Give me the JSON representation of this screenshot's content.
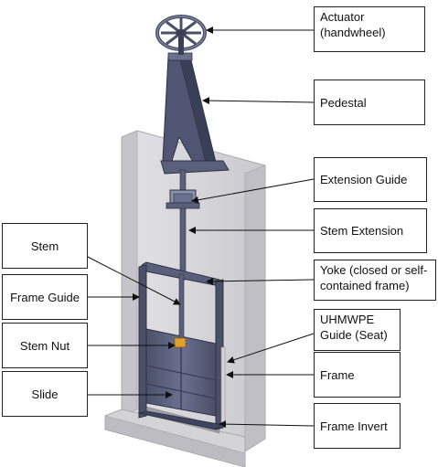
{
  "labels": {
    "actuator": {
      "line1": "Actuator",
      "line2": "(handwheel)"
    },
    "pedestal": "Pedestal",
    "extension_guide": "Extension Guide",
    "stem_extension": "Stem Extension",
    "yoke": {
      "line1": "Yoke (closed or self-",
      "line2": "contained frame)"
    },
    "uhmwpe": {
      "line1": "UHMWPE",
      "line2": "Guide (Seat)"
    },
    "frame": "Frame",
    "frame_invert": "Frame Invert",
    "stem": "Stem",
    "frame_guide": "Frame Guide",
    "stem_nut": "Stem Nut",
    "slide": "Slide"
  },
  "colors": {
    "concrete": "#d8d8dc",
    "concrete_edge": "#a9a9ad",
    "steel": "#5a607a",
    "steel_dark": "#3a3f55",
    "steel_light": "#8a90a8",
    "nut": "#e0a030"
  }
}
